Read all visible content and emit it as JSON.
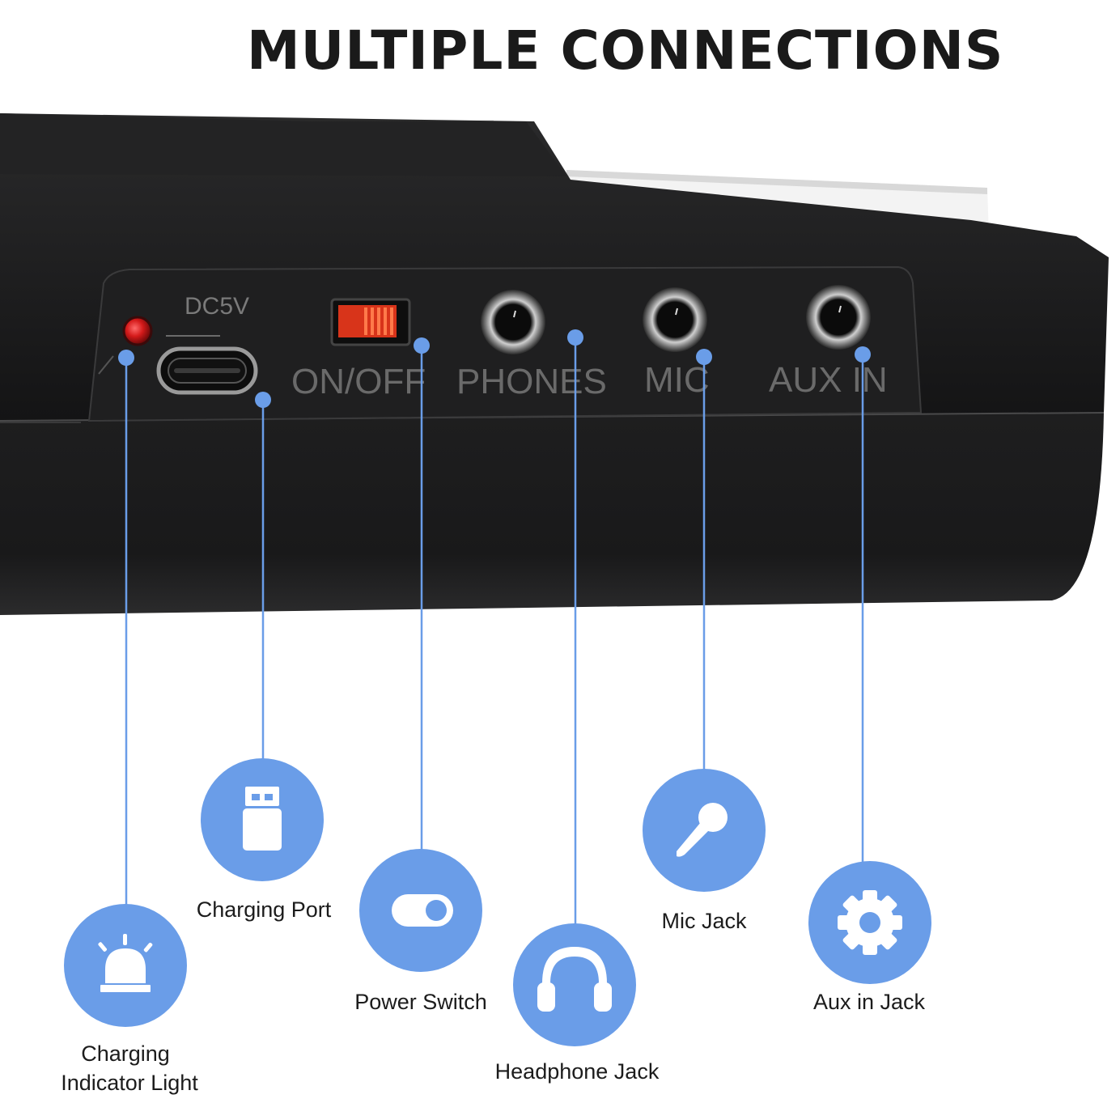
{
  "title": "MULTIPLE CONNECTIONS",
  "panel_labels": {
    "dc5v": "DC5V",
    "on_off": "ON/OFF",
    "phones": "PHONES",
    "mic": "MIC",
    "aux_in": "AUX IN"
  },
  "features": [
    {
      "label": "Charging Port",
      "icon": "usb-plug-icon"
    },
    {
      "label": "Power Switch",
      "icon": "toggle-switch-icon"
    },
    {
      "label": "Headphone Jack",
      "icon": "headphones-icon"
    },
    {
      "label": "Mic Jack",
      "icon": "microphone-icon"
    },
    {
      "label": "Aux in Jack",
      "icon": "gear-icon"
    }
  ],
  "charging_indicator": {
    "line1": "Charging",
    "line2": "Indicator Light",
    "icon": "beacon-light-icon"
  },
  "colors": {
    "accent": "#6a9de8",
    "device_body": "#1b1b1c",
    "text": "#1c1c1c",
    "led_red": "#d41a1a",
    "switch_red": "#e03a1e"
  }
}
